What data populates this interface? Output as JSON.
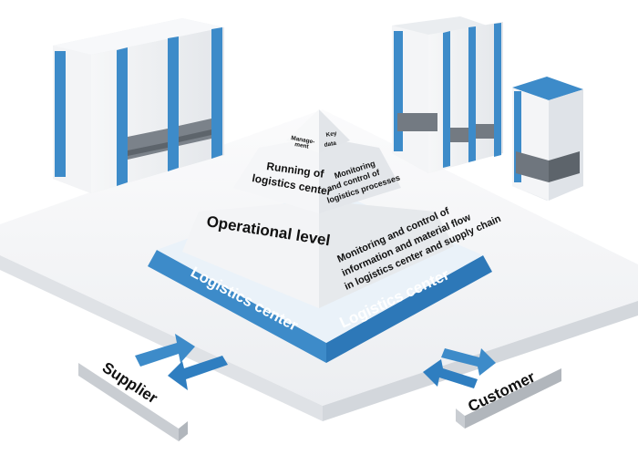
{
  "pyramid": {
    "tier1": {
      "left": [
        "Manage-",
        "ment"
      ],
      "right": [
        "Key",
        "data"
      ]
    },
    "tier2": {
      "left": [
        "Running of",
        "logistics center"
      ],
      "right": [
        "Monitoring",
        "and control of",
        "logistics processes"
      ]
    },
    "tier3": {
      "left": "Operational level",
      "right": [
        "Monitoring and control of",
        "information and material flow",
        "in logistics center and supply chain"
      ]
    },
    "base": {
      "left": "Logistics center",
      "right": "Logistics center"
    }
  },
  "partners": {
    "supplier": "Supplier",
    "customer": "Customer"
  },
  "colors": {
    "accent": "#3d8bc9",
    "accent_dark": "#1f5f99",
    "panel": "#f1f2f4",
    "shadow": "#d4d8dd"
  }
}
